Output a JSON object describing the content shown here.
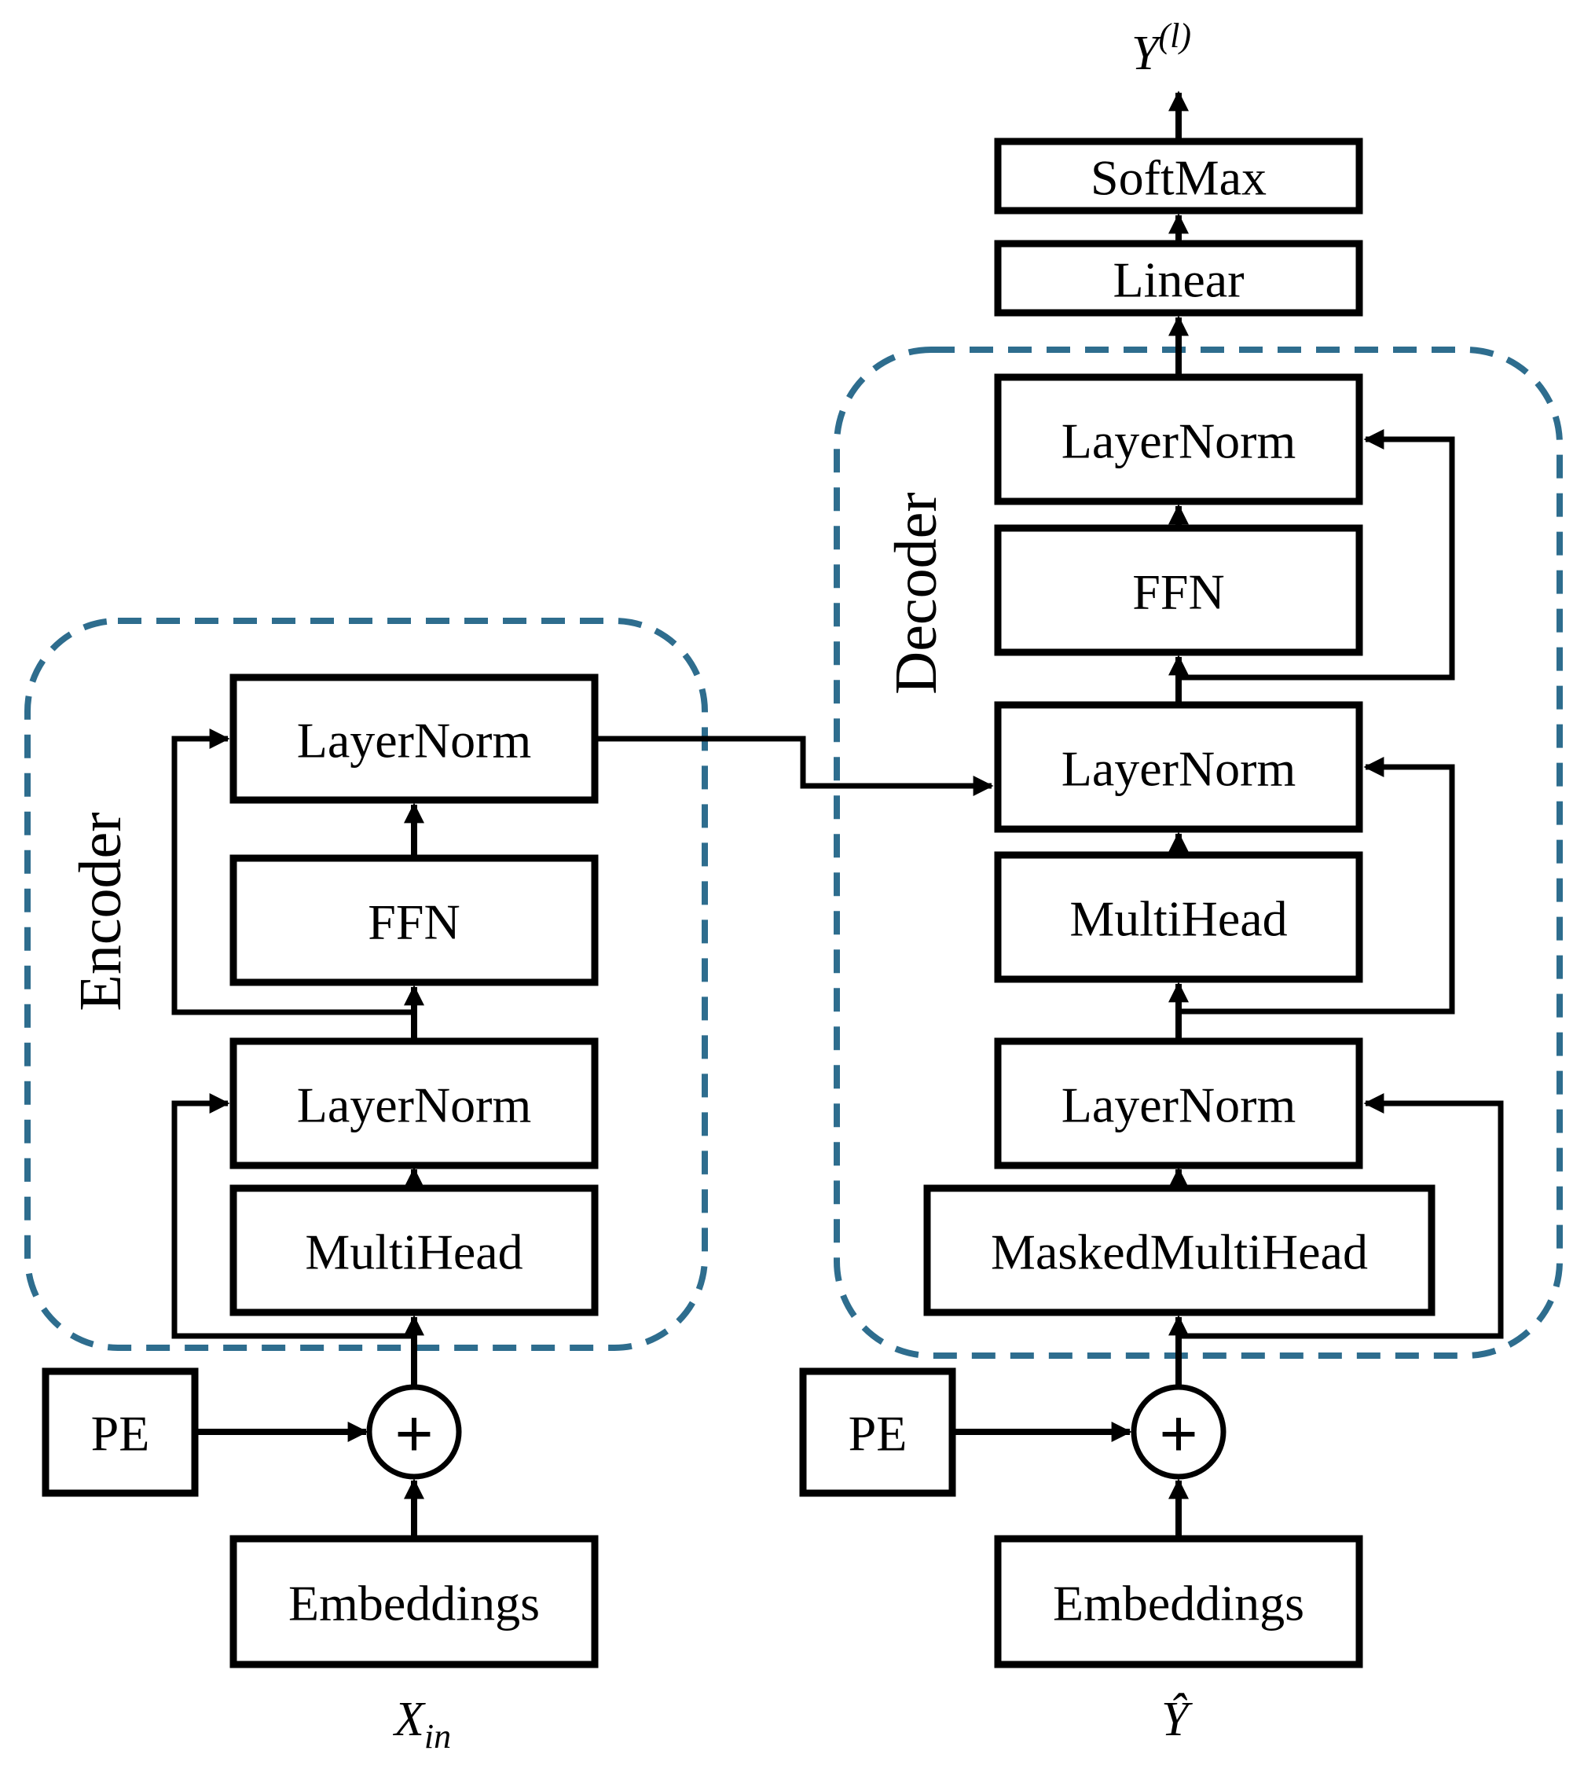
{
  "diagram": {
    "output_label": {
      "base": "Y",
      "superscript": "(l)"
    },
    "output_blocks": [
      {
        "label": "SoftMax"
      },
      {
        "label": "Linear"
      }
    ],
    "decoder": {
      "label": "Decoder",
      "blocks": [
        {
          "label": "LayerNorm"
        },
        {
          "label": "FFN"
        },
        {
          "label": "LayerNorm"
        },
        {
          "label": "MultiHead"
        },
        {
          "label": "LayerNorm"
        },
        {
          "label": "MaskedMultiHead"
        }
      ],
      "pe_label": "PE",
      "add_symbol": "+",
      "embeddings_label": "Embeddings",
      "input_label": {
        "base": "Ŷ"
      }
    },
    "encoder": {
      "label": "Encoder",
      "blocks": [
        {
          "label": "LayerNorm"
        },
        {
          "label": "FFN"
        },
        {
          "label": "LayerNorm"
        },
        {
          "label": "MultiHead"
        }
      ],
      "pe_label": "PE",
      "add_symbol": "+",
      "embeddings_label": "Embeddings",
      "input_label": {
        "base": "X",
        "subscript": "in"
      }
    },
    "colors": {
      "dashed_border": "#2e6d8e",
      "line": "#000000",
      "background": "#ffffff"
    }
  }
}
